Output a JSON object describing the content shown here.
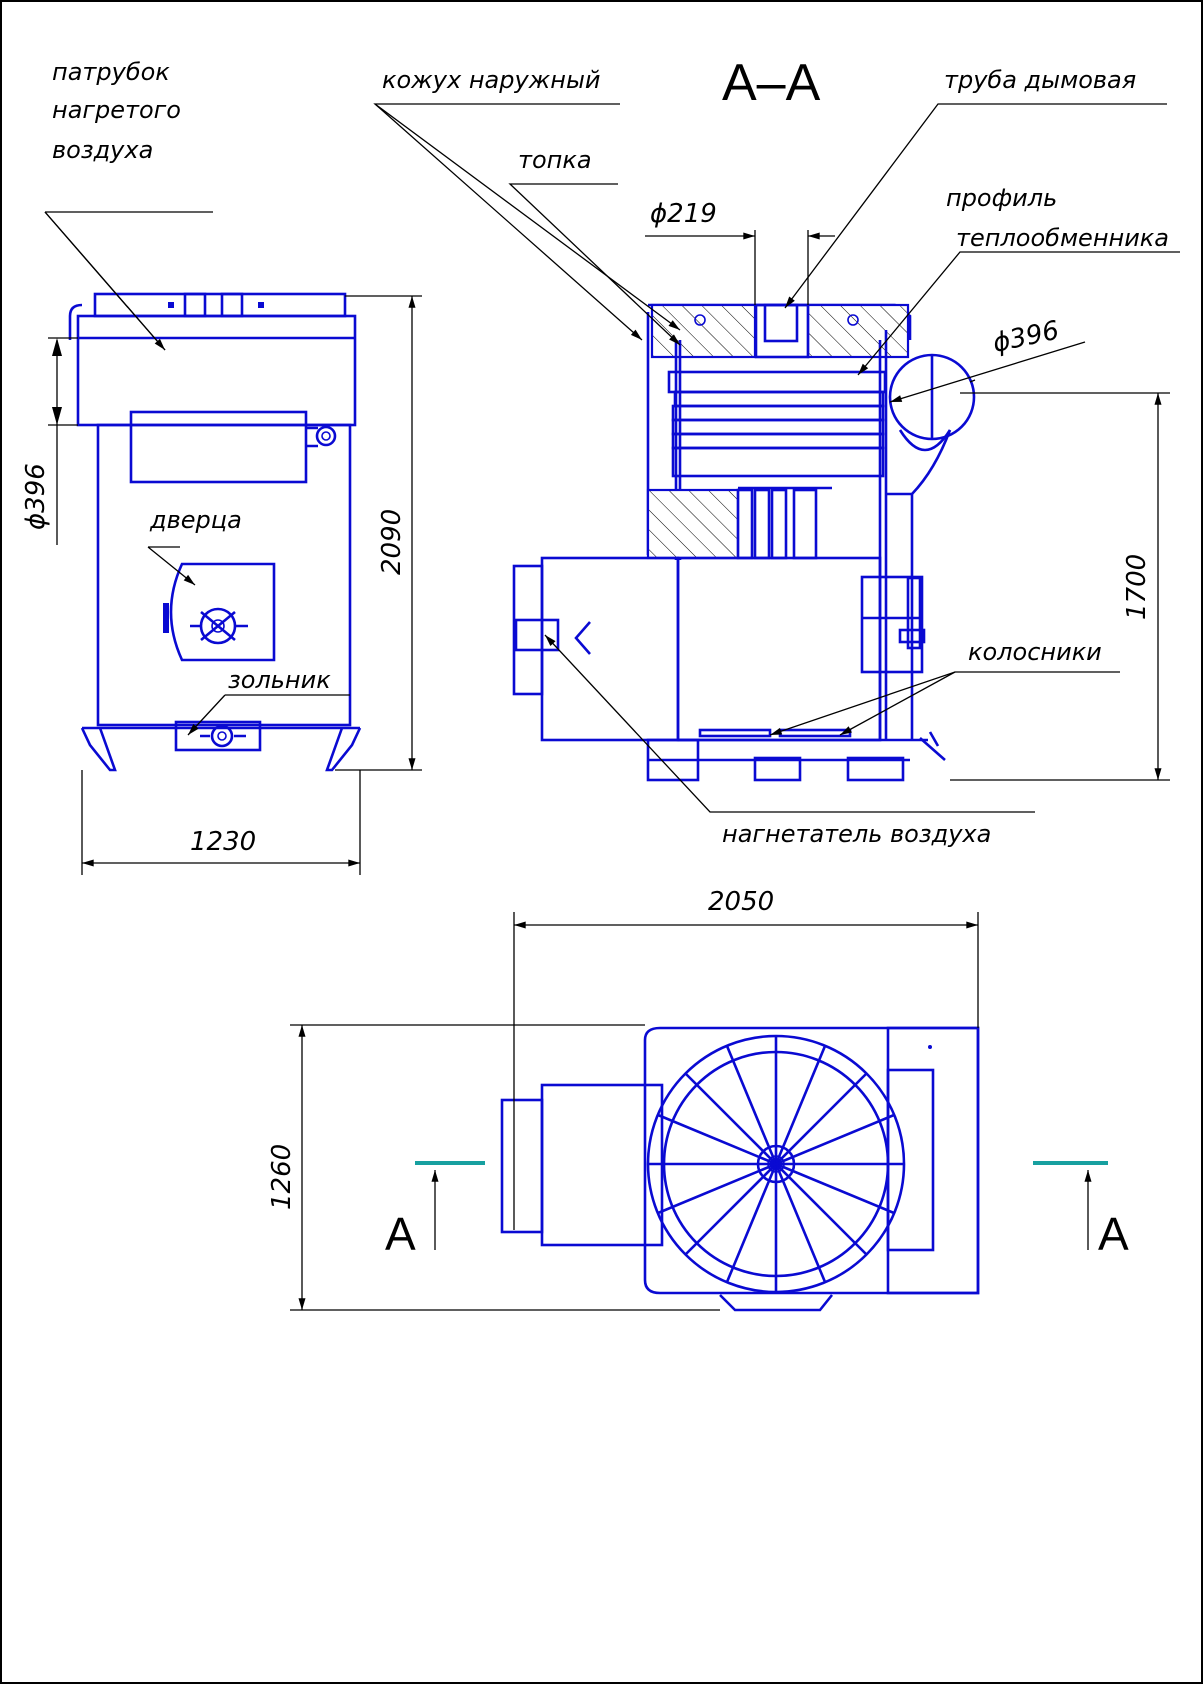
{
  "section_title": "А–А",
  "section_marks": {
    "left": "А",
    "right": "А"
  },
  "labels": {
    "hot_air_nozzle": [
      "патрубок",
      "нагретого",
      "воздуха"
    ],
    "outer_casing": "кожух наружный",
    "firebox": "топка",
    "chimney_pipe": "труба дымовая",
    "exchanger_profile": [
      "профиль",
      "теплообменника"
    ],
    "door": "дверца",
    "ash_pit": "зольник",
    "grates": "колосники",
    "air_blower": "нагнетатель воздуха"
  },
  "dimensions": {
    "front_width": "1230",
    "front_height": "2090",
    "front_nozzle_dia": "ϕ396",
    "section_pipe_dia": "ϕ219",
    "section_nozzle_dia": "ϕ396",
    "section_height": "1700",
    "plan_length": "2050",
    "plan_width": "1260"
  },
  "colors": {
    "drawing": "#0a0ad2",
    "annotation": "#000000",
    "section_mark": "#17a0a0"
  }
}
